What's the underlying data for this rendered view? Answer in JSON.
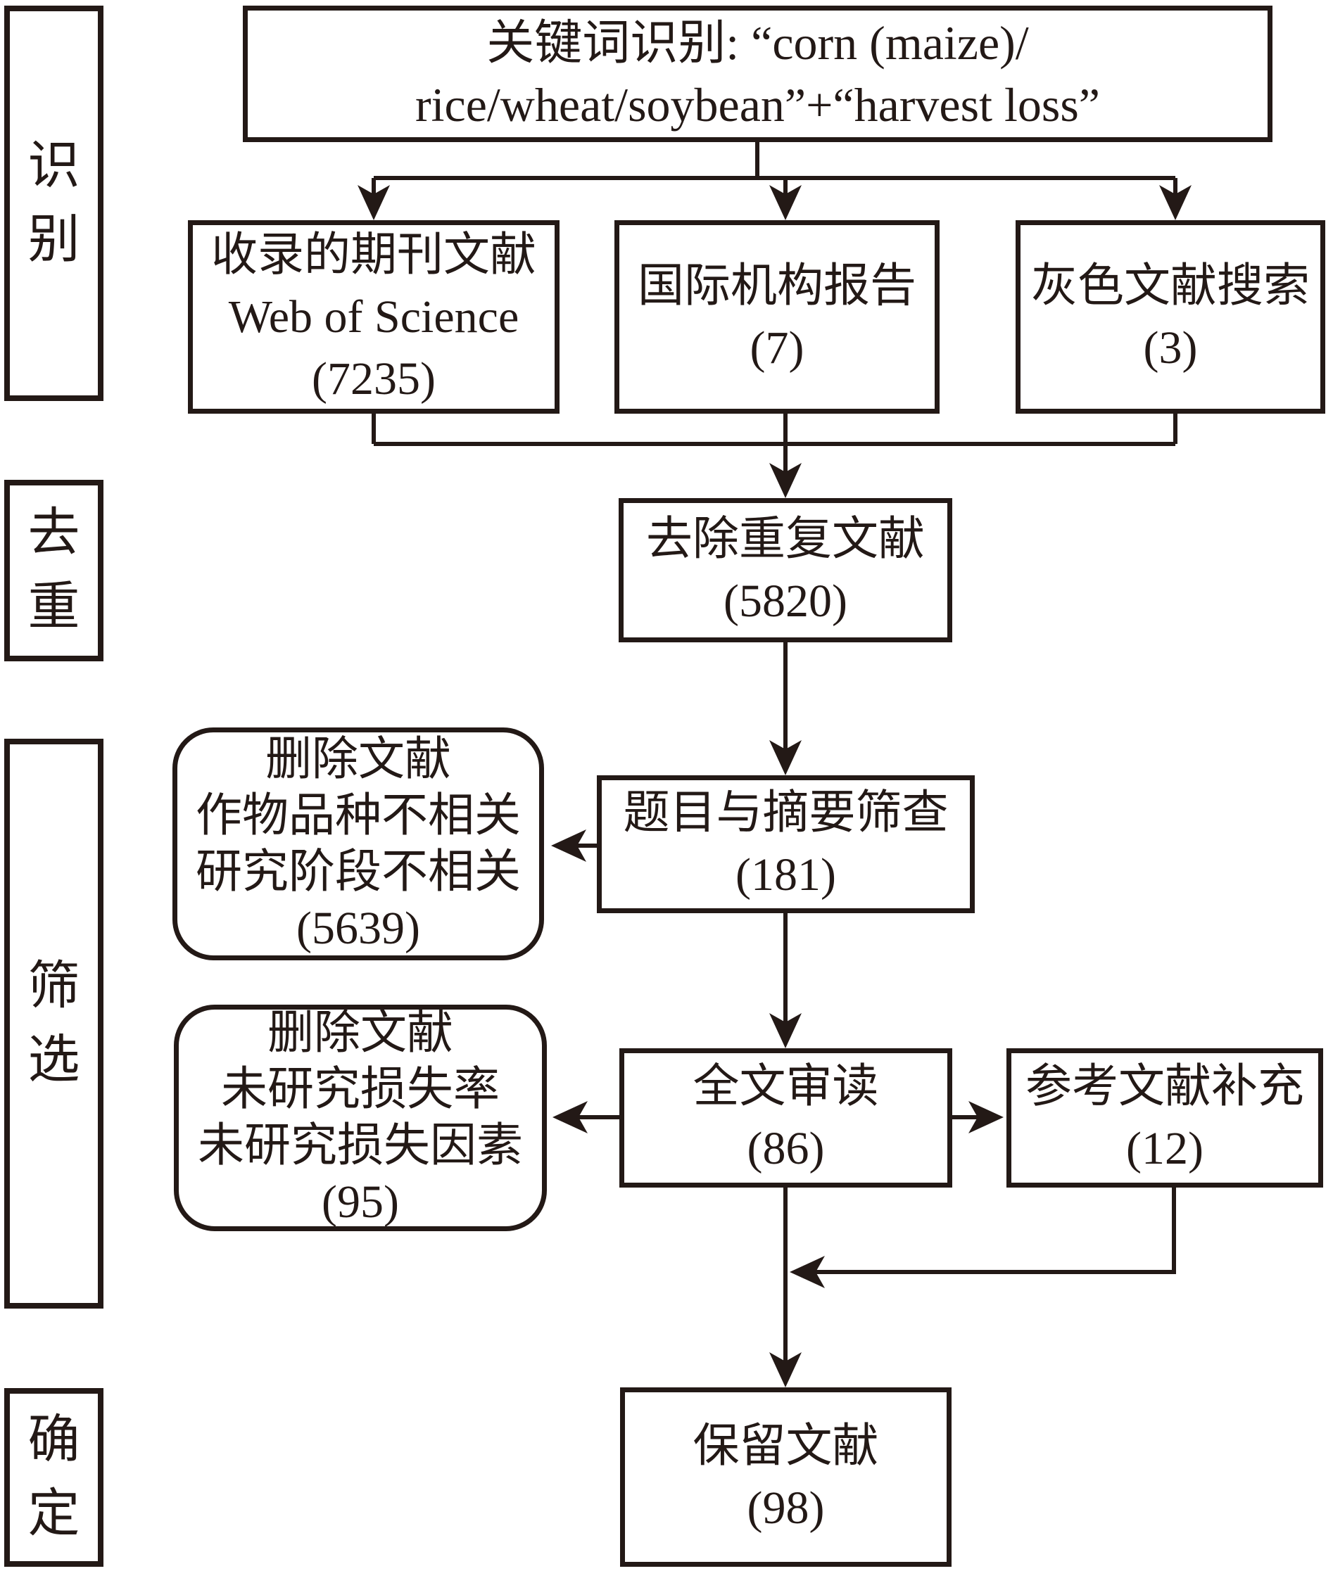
{
  "stages": [
    {
      "id": "identify",
      "label": "识别"
    },
    {
      "id": "dedup",
      "label": "去重"
    },
    {
      "id": "screen",
      "label": "筛选"
    },
    {
      "id": "confirm",
      "label": "确定"
    }
  ],
  "nodes": {
    "keyword": {
      "lines": [
        "关键词识别: “corn (maize)/",
        "rice/wheat/soybean”+“harvest loss”"
      ]
    },
    "wos": {
      "lines": [
        "收录的期刊文献",
        "Web of Science",
        "(7235)"
      ]
    },
    "intl_reports": {
      "lines": [
        "国际机构报告",
        "(7)"
      ]
    },
    "grey_lit": {
      "lines": [
        "灰色文献搜索",
        "(3)"
      ]
    },
    "dedup": {
      "lines": [
        "去除重复文献",
        "(5820)"
      ]
    },
    "title_abstract": {
      "lines": [
        "题目与摘要筛查",
        "(181)"
      ]
    },
    "excl_title": {
      "lines": [
        "删除文献",
        "作物品种不相关",
        "研究阶段不相关",
        "(5639)"
      ]
    },
    "fulltext": {
      "lines": [
        "全文审读",
        "(86)"
      ]
    },
    "excl_fulltext": {
      "lines": [
        "删除文献",
        "未研究损失率",
        "未研究损失因素",
        "(95)"
      ]
    },
    "ref_supplement": {
      "lines": [
        "参考文献补充",
        "(12)"
      ]
    },
    "retained": {
      "lines": [
        "保留文献",
        "(98)"
      ]
    }
  },
  "colors": {
    "ink": "#231916",
    "background": "#ffffff"
  }
}
